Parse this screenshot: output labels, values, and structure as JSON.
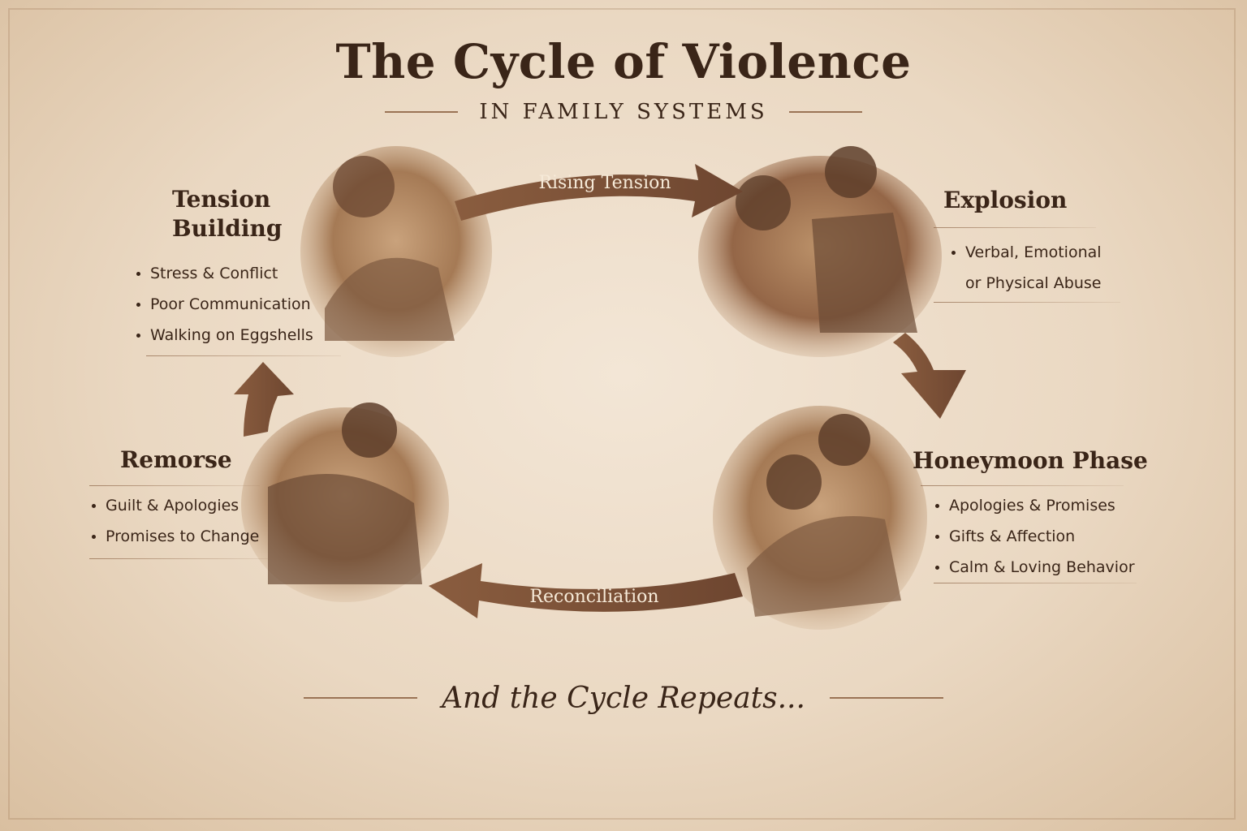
{
  "header": {
    "title": "The Cycle of Violence",
    "subtitle": "IN FAMILY SYSTEMS"
  },
  "stages": {
    "tension": {
      "title_line1": "Tension",
      "title_line2": "Building",
      "bullets": [
        "Stress & Conflict",
        "Poor Communication",
        "Walking on Eggshells"
      ]
    },
    "explosion": {
      "title": "Explosion",
      "bullets": [
        "Verbal, Emotional",
        "or Physical Abuse"
      ]
    },
    "honeymoon": {
      "title": "Honeymoon Phase",
      "bullets": [
        "Apologies & Promises",
        "Gifts & Affection",
        "Calm & Loving Behavior"
      ]
    },
    "remorse": {
      "title": "Remorse",
      "bullets": [
        "Guilt & Apologies",
        "Promises to Change"
      ]
    }
  },
  "arrows": {
    "top_label": "Rising Tension",
    "bottom_label": "Reconciliation"
  },
  "footer": {
    "text": "And the Cycle Repeats..."
  },
  "colors": {
    "arrow": "#7a5238",
    "text": "#3a2518",
    "parchment": "#efe1ce"
  }
}
